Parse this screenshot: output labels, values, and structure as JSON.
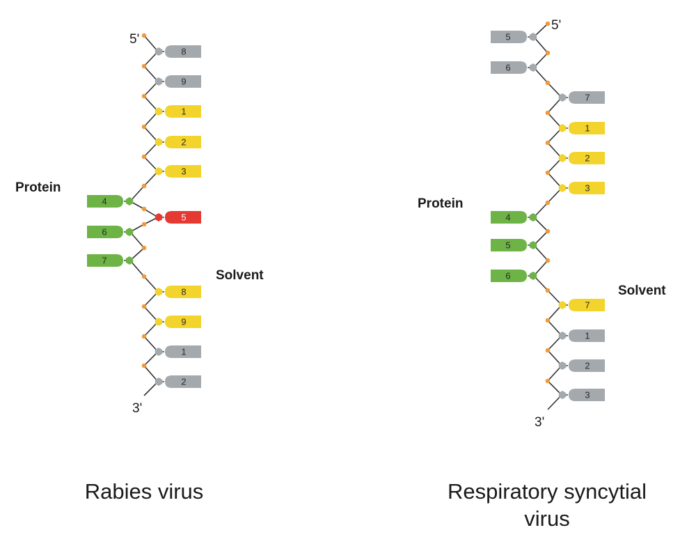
{
  "colors": {
    "gray": "#a4a9ae",
    "yellow": "#f2d42c",
    "green": "#6db345",
    "red": "#e43a32",
    "phosphate": "#f09a3c",
    "backbone": "#333333"
  },
  "panels": [
    {
      "title": "Rabies virus",
      "protein_label": "Protein",
      "solvent_label": "Solvent",
      "five_prime": "5'",
      "three_prime": "3'",
      "nucleotides": [
        {
          "label": "8",
          "color": "gray",
          "orientation": "right"
        },
        {
          "label": "9",
          "color": "gray",
          "orientation": "right"
        },
        {
          "label": "1",
          "color": "yellow",
          "orientation": "right"
        },
        {
          "label": "2",
          "color": "yellow",
          "orientation": "right"
        },
        {
          "label": "3",
          "color": "yellow",
          "orientation": "right"
        },
        {
          "label": "4",
          "color": "green",
          "orientation": "left"
        },
        {
          "label": "5",
          "color": "red",
          "orientation": "right"
        },
        {
          "label": "6",
          "color": "green",
          "orientation": "left"
        },
        {
          "label": "7",
          "color": "green",
          "orientation": "left"
        },
        {
          "label": "8",
          "color": "yellow",
          "orientation": "right"
        },
        {
          "label": "9",
          "color": "yellow",
          "orientation": "right"
        },
        {
          "label": "1",
          "color": "gray",
          "orientation": "right"
        },
        {
          "label": "2",
          "color": "gray",
          "orientation": "right"
        }
      ]
    },
    {
      "title": "Respiratory syncytial virus",
      "title_lines": [
        "Respiratory syncytial",
        "virus"
      ],
      "protein_label": "Protein",
      "solvent_label": "Solvent",
      "five_prime": "5'",
      "three_prime": "3'",
      "nucleotides": [
        {
          "label": "5",
          "color": "gray",
          "orientation": "left"
        },
        {
          "label": "6",
          "color": "gray",
          "orientation": "left"
        },
        {
          "label": "7",
          "color": "gray",
          "orientation": "right"
        },
        {
          "label": "1",
          "color": "yellow",
          "orientation": "right"
        },
        {
          "label": "2",
          "color": "yellow",
          "orientation": "right"
        },
        {
          "label": "3",
          "color": "yellow",
          "orientation": "right"
        },
        {
          "label": "4",
          "color": "green",
          "orientation": "left"
        },
        {
          "label": "5",
          "color": "green",
          "orientation": "left"
        },
        {
          "label": "6",
          "color": "green",
          "orientation": "left"
        },
        {
          "label": "7",
          "color": "yellow",
          "orientation": "right"
        },
        {
          "label": "1",
          "color": "gray",
          "orientation": "right"
        },
        {
          "label": "2",
          "color": "gray",
          "orientation": "right"
        },
        {
          "label": "3",
          "color": "gray",
          "orientation": "right"
        }
      ]
    }
  ]
}
